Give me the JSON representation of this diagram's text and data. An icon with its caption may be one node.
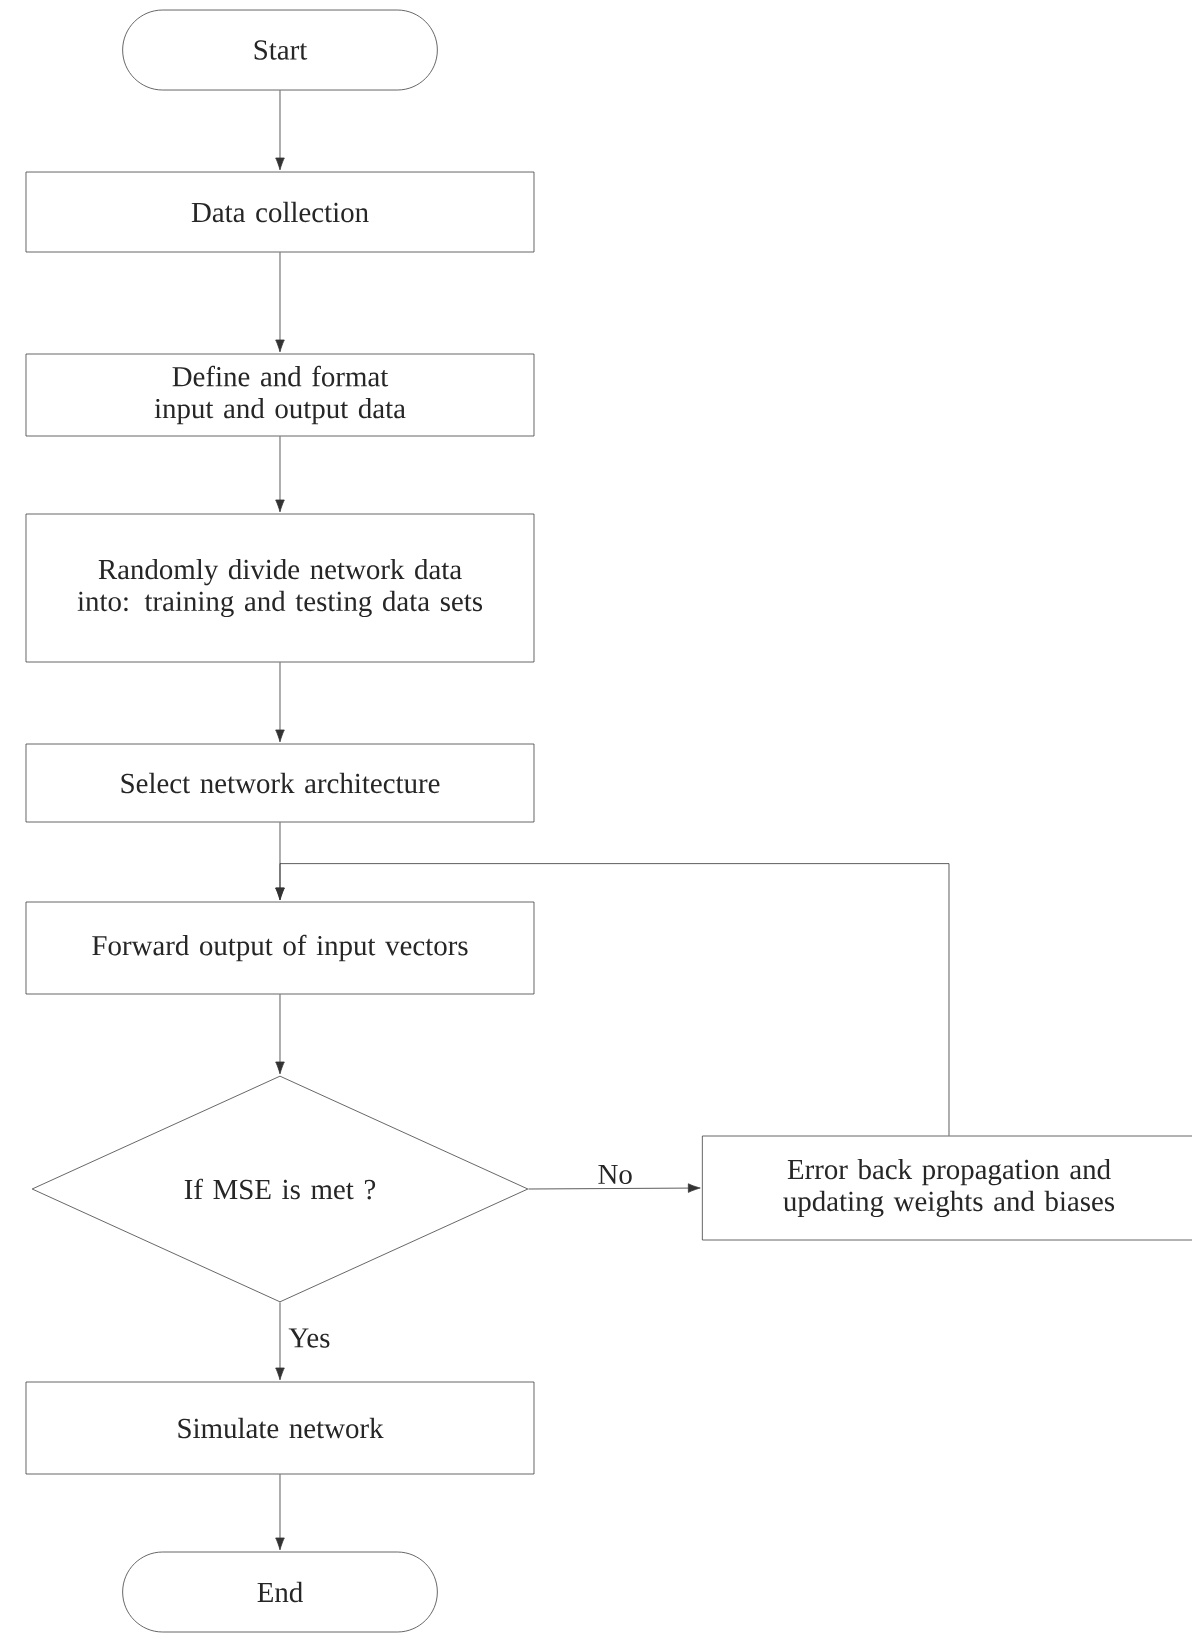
{
  "diagram": {
    "nodes": [
      {
        "text": [
          "Start"
        ]
      },
      {
        "text": [
          "Data collection"
        ]
      },
      {
        "text": [
          "Define and format input and output data"
        ]
      },
      {
        "text": [
          "Randomly divide network data into: training and testing data sets"
        ]
      },
      {
        "text": [
          "Select network architecture"
        ]
      },
      {
        "text": [
          "Forward output of input vectors"
        ]
      },
      {
        "text": [
          "If MSE is met ?"
        ]
      },
      {
        "text": [
          "Error back propagation and updating weights and biases"
        ]
      },
      {
        "text": [
          "Simulate network"
        ]
      },
      {
        "text": [
          "End"
        ]
      }
    ],
    "edges": [
      {
        "from": 0,
        "to": 1,
        "arrow": "to"
      },
      {
        "from": 1,
        "to": 2,
        "arrow": "to"
      },
      {
        "from": 2,
        "to": 3,
        "arrow": "to"
      },
      {
        "from": 3,
        "to": 4,
        "arrow": "to"
      },
      {
        "from": 4,
        "to": 5,
        "arrow": "to"
      },
      {
        "from": 5,
        "to": 6,
        "arrow": "to"
      },
      {
        "from": 6,
        "to": 7,
        "arrow": "to",
        "label": "No"
      },
      {
        "from": 6,
        "to": 8,
        "arrow": "to",
        "label": "Yes"
      },
      {
        "from": 8,
        "to": 9,
        "arrow": "to"
      },
      {
        "from": 7,
        "to": 5,
        "arrow": "to"
      }
    ]
  }
}
